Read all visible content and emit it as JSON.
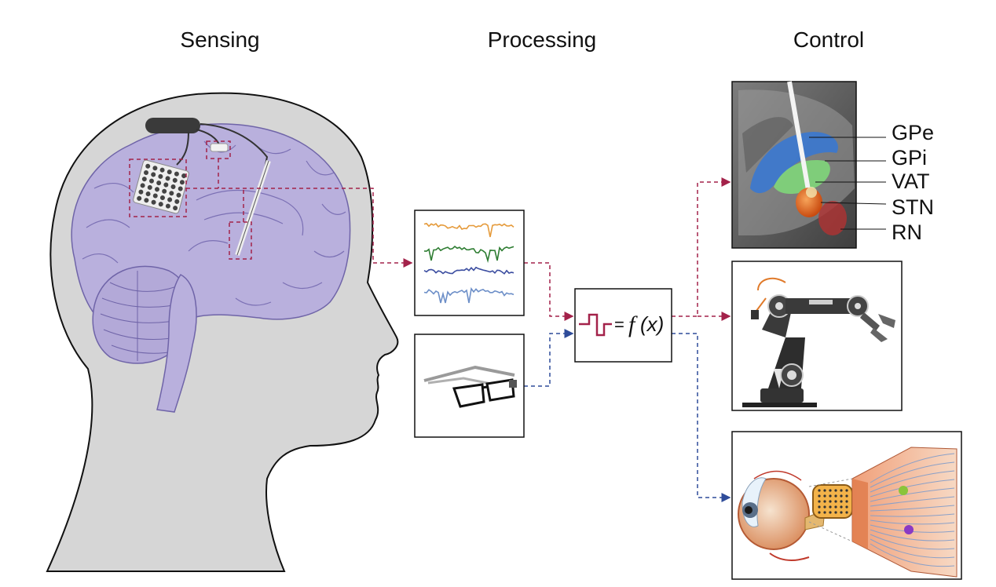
{
  "headers": {
    "sensing": "Sensing",
    "processing": "Processing",
    "control": "Control"
  },
  "function_box": {
    "equals": "=",
    "f": "f",
    "arg": "(x)"
  },
  "brain_regions": [
    "GPe",
    "GPi",
    "VAT",
    "STN",
    "RN"
  ],
  "colors": {
    "red_connector": "#a3224a",
    "blue_connector": "#2f4c9a",
    "head": "#d6d6d6",
    "brain": "#b9b0dd",
    "brain_stroke": "#6f64a8",
    "signal_orange": "#e59a3a",
    "signal_green": "#2e7d32",
    "signal_blue": "#3b4da0",
    "signal_lightblue": "#6d8fc8",
    "gpe": "#3a78d0",
    "gpi": "#7fd67a",
    "stn": "#e06a1e",
    "rn": "#b03232"
  }
}
